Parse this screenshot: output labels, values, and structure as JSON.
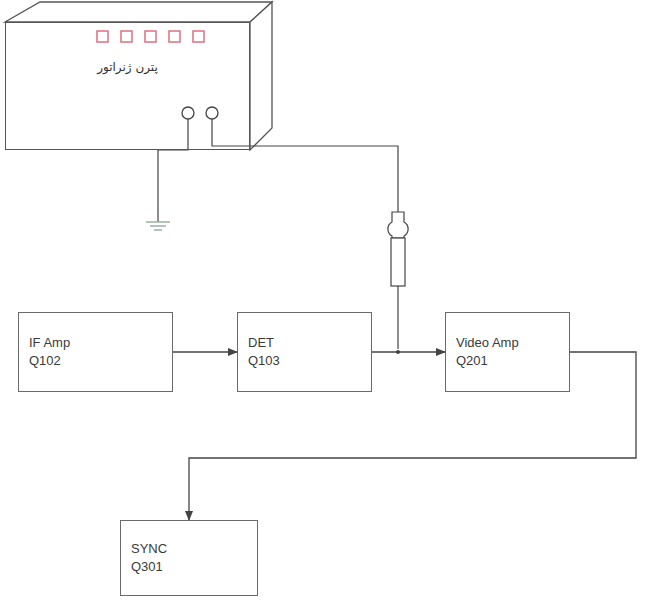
{
  "diagram": {
    "nodes": [
      {
        "text": [
          "پترن ژنراتور"
        ]
      },
      {
        "text": [
          "IF Amp",
          "Q102"
        ]
      },
      {
        "text": [
          "DET",
          "Q103"
        ]
      },
      {
        "text": [
          "Video Amp",
          "Q201"
        ]
      },
      {
        "text": [
          "SYNC",
          "Q301"
        ]
      }
    ],
    "edges": [
      {
        "from": 1,
        "to": 2,
        "arrow": "to"
      },
      {
        "from": 2,
        "to": 3,
        "arrow": "to"
      },
      {
        "from": 3,
        "to": 4,
        "arrow": "to"
      }
    ]
  }
}
